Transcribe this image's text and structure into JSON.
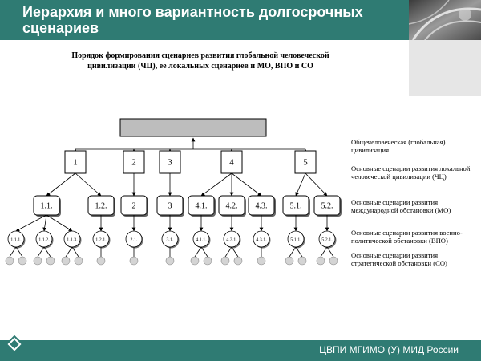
{
  "slide": {
    "title": "Иерархия и много вариантность долгосрочных сценариев",
    "footer": "ЦВПИ МГИМО (У) МИД России",
    "accent_color": "#2f7b73"
  },
  "diagram": {
    "caption": "Порядок формирования сценариев развития глобальной человеческой цивилизации (ЧЦ), ее локальных сценариев и МО, ВПО и СО",
    "level1": [
      "1",
      "2",
      "3",
      "4",
      "5"
    ],
    "level2": [
      "1.1.",
      "1.2.",
      "2",
      "3",
      "4.1.",
      "4.2.",
      "4.3.",
      "5.1.",
      "5.2."
    ],
    "level3": [
      "1.1.1.",
      "1.1.2.",
      "1.1.3.",
      "1.2.1.",
      "2.1.",
      "3.1.",
      "4.1.1.",
      "4.2.1.",
      "4.3.1.",
      "5.1.1.",
      "5.2.1."
    ],
    "legend": [
      "Общечеловеческая (глобальная) цивилизация",
      "Основные сценарии развития локальной человеческой цивилизации (ЧЦ)",
      "Основные сценарии развития международной обстановки (МО)",
      "Основные сценарии развития военно-политической обстановки (ВПО)",
      "Основные сценарии развития стратегической обстановки (СО)"
    ]
  }
}
